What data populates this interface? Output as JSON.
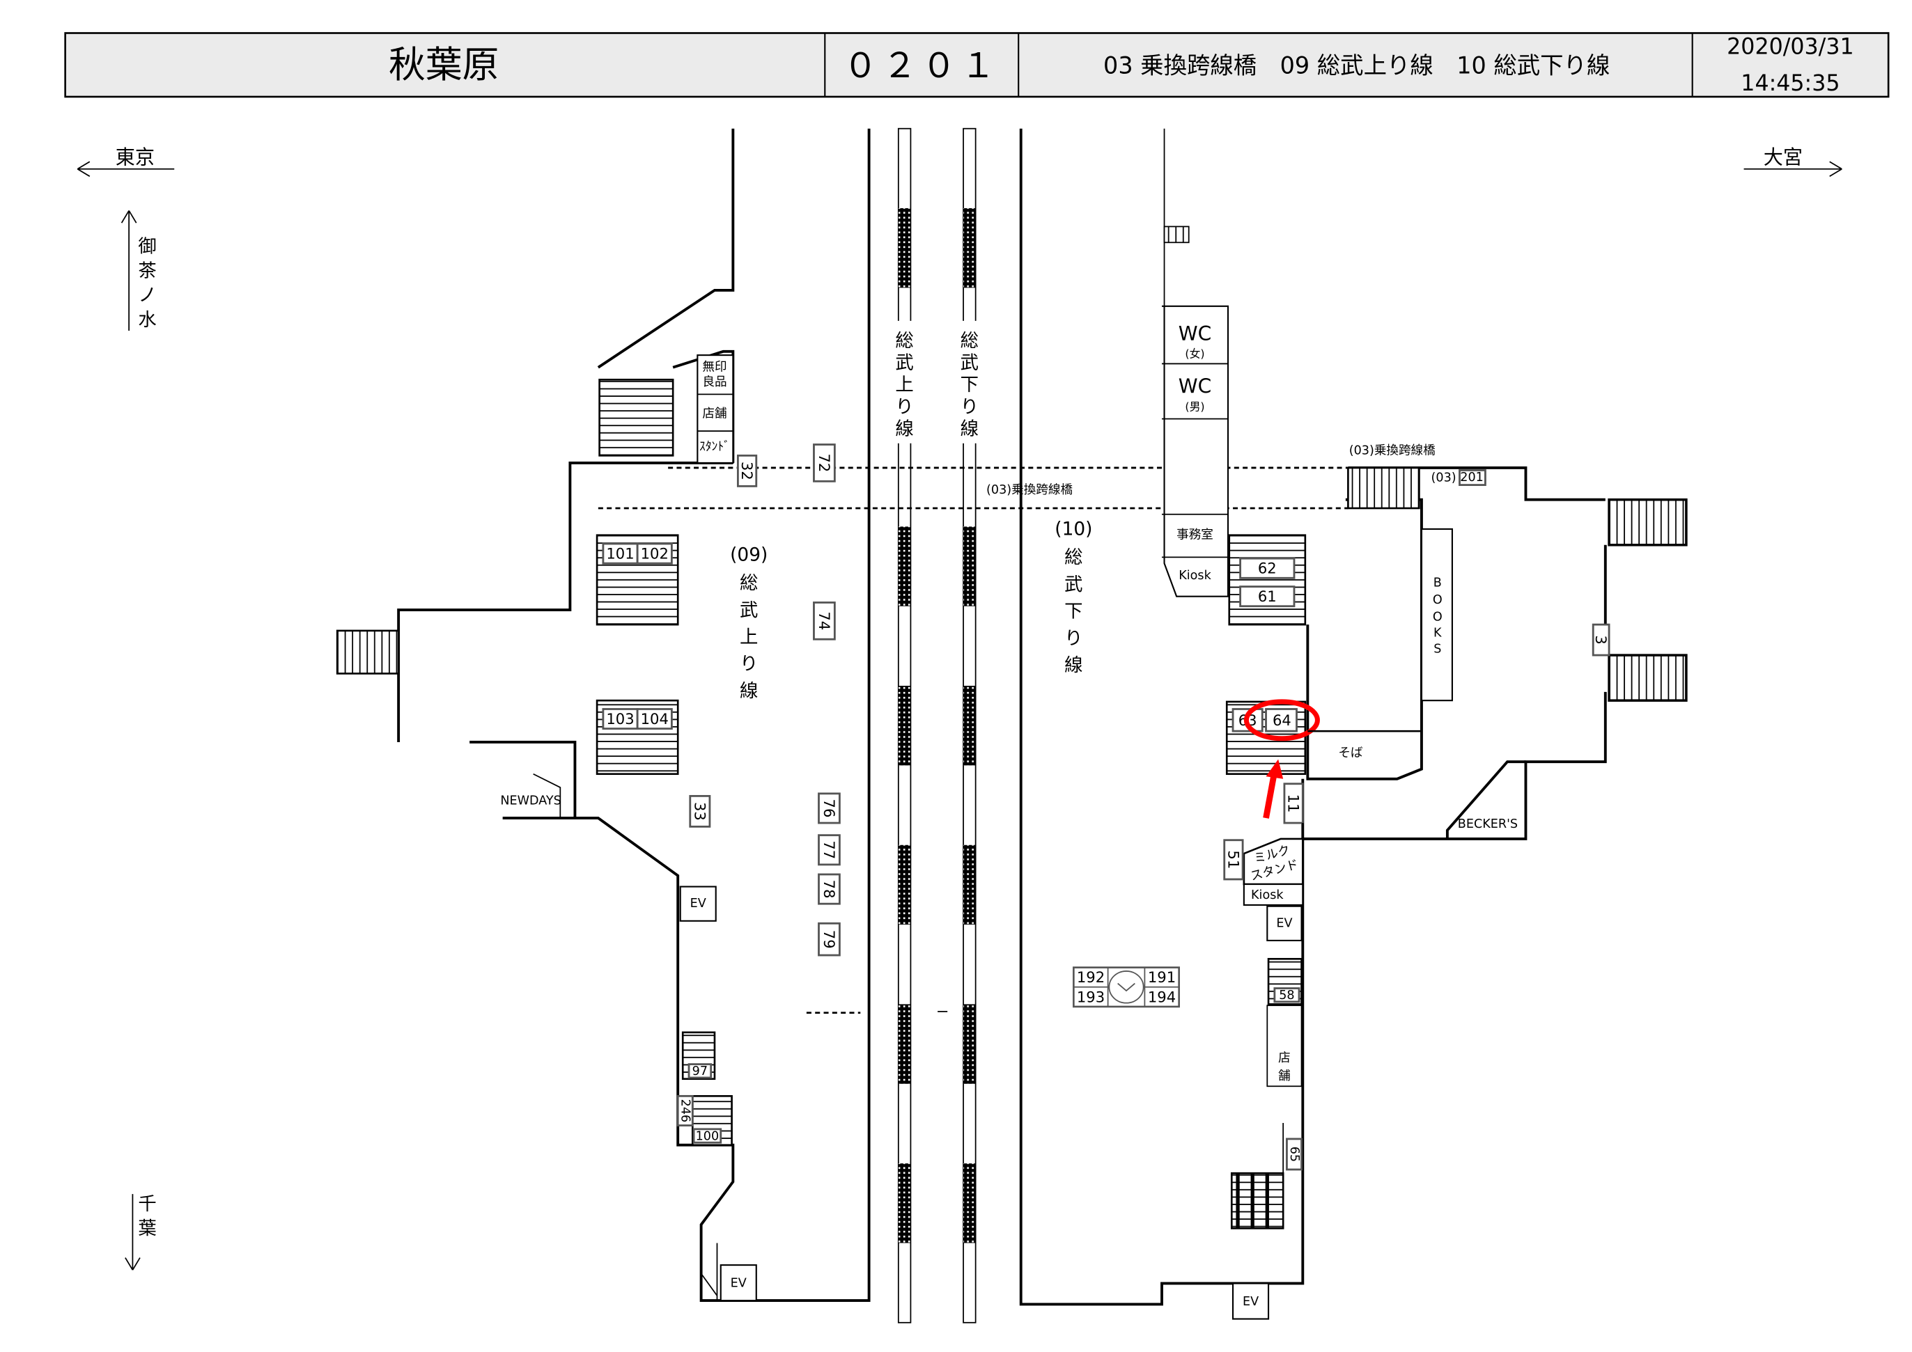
{
  "header": {
    "station": "秋葉原",
    "code": "０２０１",
    "lines": "03 乗換跨線橋　09 総武上り線　10 総武下り線",
    "date": "2020/03/31",
    "time": "14:45:35"
  },
  "directions": {
    "left": "東京",
    "right": "大宮",
    "up": [
      "御",
      "茶",
      "ノ",
      "水"
    ],
    "down": [
      "千",
      "葉"
    ]
  },
  "tracks": {
    "up_line": [
      "総",
      "武",
      "上",
      "り",
      "線"
    ],
    "down_line": [
      "総",
      "武",
      "下",
      "り",
      "線"
    ]
  },
  "platforms": {
    "p09_code": "(09)",
    "p09_name": [
      "総",
      "武",
      "上",
      "り",
      "線"
    ],
    "p10_code": "(10)",
    "p10_name": [
      "総",
      "武",
      "下",
      "り",
      "線"
    ]
  },
  "bridge": {
    "label": "(03)乗換跨線橋",
    "short": "(03)"
  },
  "facilities": {
    "muji": [
      "無印",
      "良品"
    ],
    "shop": "店舗",
    "stand": "ｽﾀﾝﾄﾞ",
    "wc_f": "WC",
    "wc_f_sub": "(女)",
    "wc_m": "WC",
    "wc_m_sub": "(男)",
    "office": "事務室",
    "kiosk": "Kiosk",
    "books": [
      "B",
      "O",
      "O",
      "K",
      "S"
    ],
    "soba": "そば",
    "beckers": "BECKER'S",
    "milk": [
      "ミルク",
      "スタンド"
    ],
    "kiosk2": "Kiosk",
    "shop2": [
      "店",
      "舗"
    ],
    "newdays": "NEWDAYS",
    "ev": "EV"
  },
  "markers": {
    "m101": "101",
    "m102": "102",
    "m103": "103",
    "m104": "104",
    "m32": "32",
    "m72": "72",
    "m74": "74",
    "m33": "33",
    "m76": "76",
    "m77": "77",
    "m78": "78",
    "m79": "79",
    "m97": "97",
    "m246": "246",
    "m100": "100",
    "m62": "62",
    "m61": "61",
    "m63": "63",
    "m64": "64",
    "m11": "11",
    "m51": "51",
    "m58": "58",
    "m65": "65",
    "m3": "3",
    "m201": "201",
    "m191": "191",
    "m192": "192",
    "m193": "193",
    "m194": "194"
  },
  "highlight": {
    "color": "#ff0000",
    "target": "64"
  }
}
